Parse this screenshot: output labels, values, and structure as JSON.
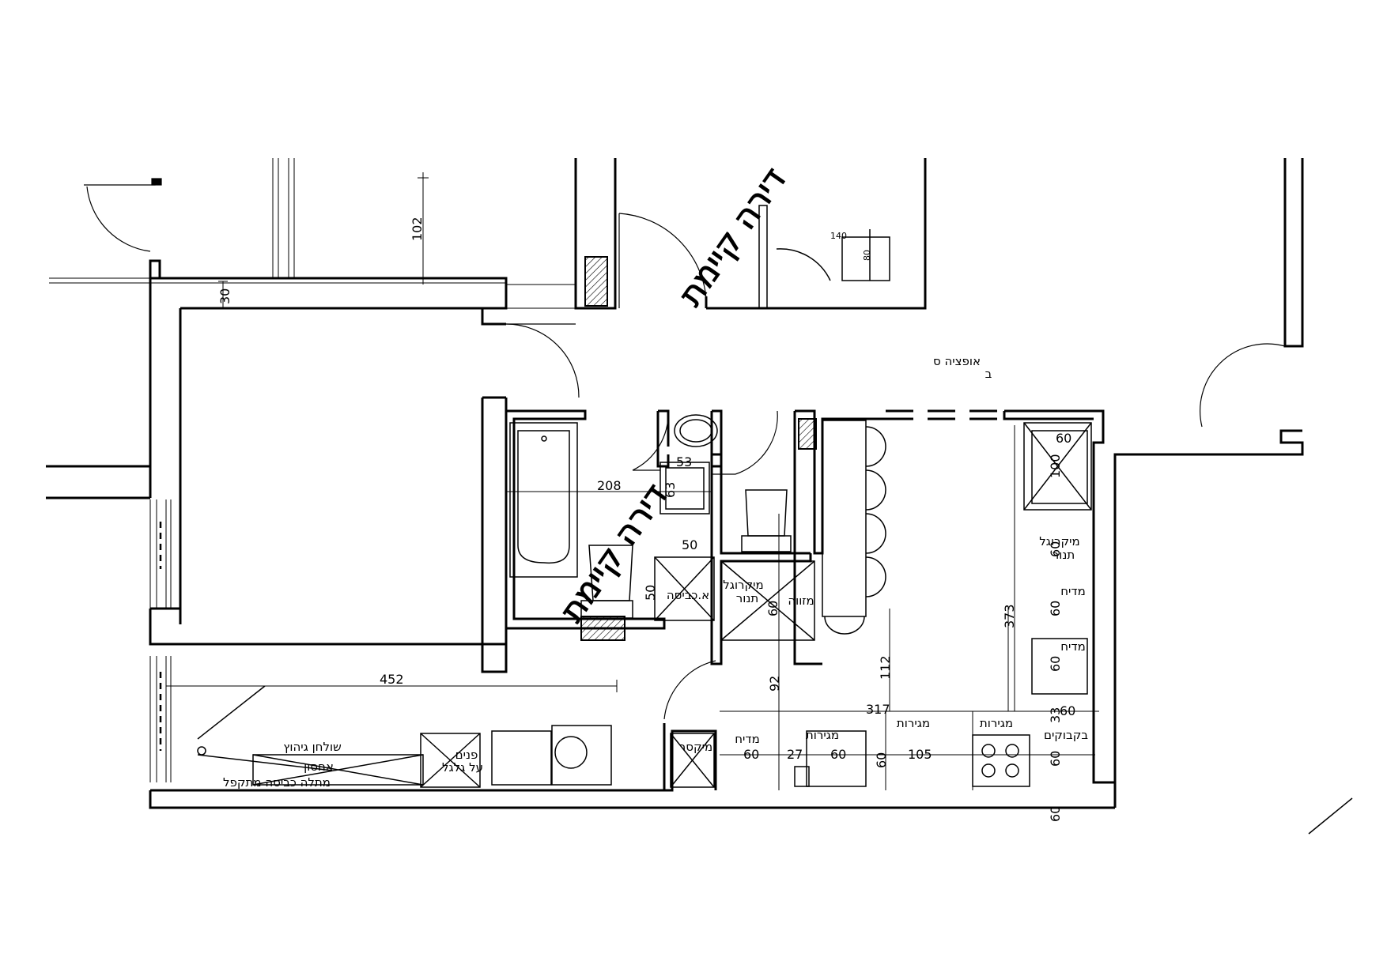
{
  "labels": {
    "option": "אופציה ס",
    "option_b": "ב",
    "existing_apartment": "דירה קיימת",
    "existing_apartment_2": "דירה קיימת",
    "microwave_oven_1": "מיקרוגל",
    "oven_1": "תנור",
    "cabinet_1": "מדיח",
    "cabinet_2": "מדיח",
    "microwave_oven_2": "מיקרוגל",
    "oven_2": "תנור",
    "sink_label": "מזווה",
    "bottles": "בקבוקים",
    "drawers_1": "מגירות",
    "drawers_2": "מגירות",
    "drawers_3": "מגירות",
    "dishwasher_bottom": "מדיח",
    "mixer": "מיקסר",
    "dryer_laundry": "א.כביסה",
    "ironing_table": "שולחן גיהוץ",
    "storage": "אחסון",
    "folding_hanger": "מתלה כביסה מתקפל",
    "wheels_top": "פנים",
    "wheels_bottom": "על גלגל"
  },
  "dimensions": {
    "d102": "102",
    "d30": "30",
    "d140": "140",
    "d80": "80",
    "d208": "208",
    "d53": "53",
    "d63": "63",
    "d50a": "50",
    "d50b": "50",
    "d60_fridge": "60",
    "d100": "100",
    "d60_mw": "60",
    "d60_dw": "60",
    "d60_dw2": "60",
    "d373": "373",
    "d60_bk": "60",
    "d33": "33",
    "d60_bottom": "60",
    "d317": "317",
    "d112": "112",
    "d92": "92",
    "d452": "452",
    "d60_a": "60",
    "d27": "27",
    "d60_b": "60",
    "d60_c": "60",
    "d105": "105",
    "d60_oven": "60",
    "d60_left": "60"
  }
}
